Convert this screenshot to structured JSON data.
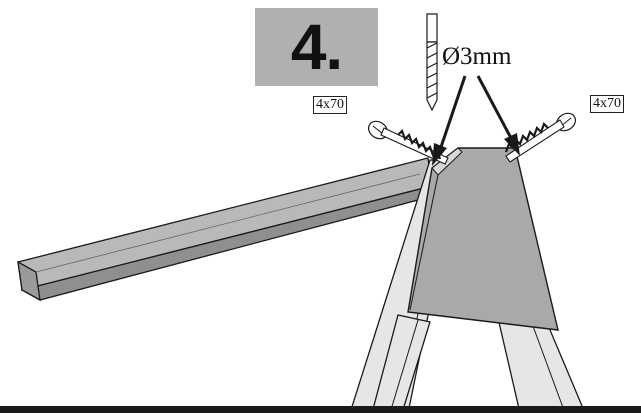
{
  "step": {
    "number": "4."
  },
  "drill": {
    "diameter_label": "Ø3mm"
  },
  "screws": {
    "left_label": "4x70",
    "right_label": "4x70"
  },
  "colors": {
    "badge_background": "#b0b0b0",
    "beam": "#b9b9b9",
    "beam_dark": "#8f8f8f",
    "bracket": "#a9a9a9",
    "leg": "#e6e6e6",
    "line": "#1a1a1a"
  }
}
